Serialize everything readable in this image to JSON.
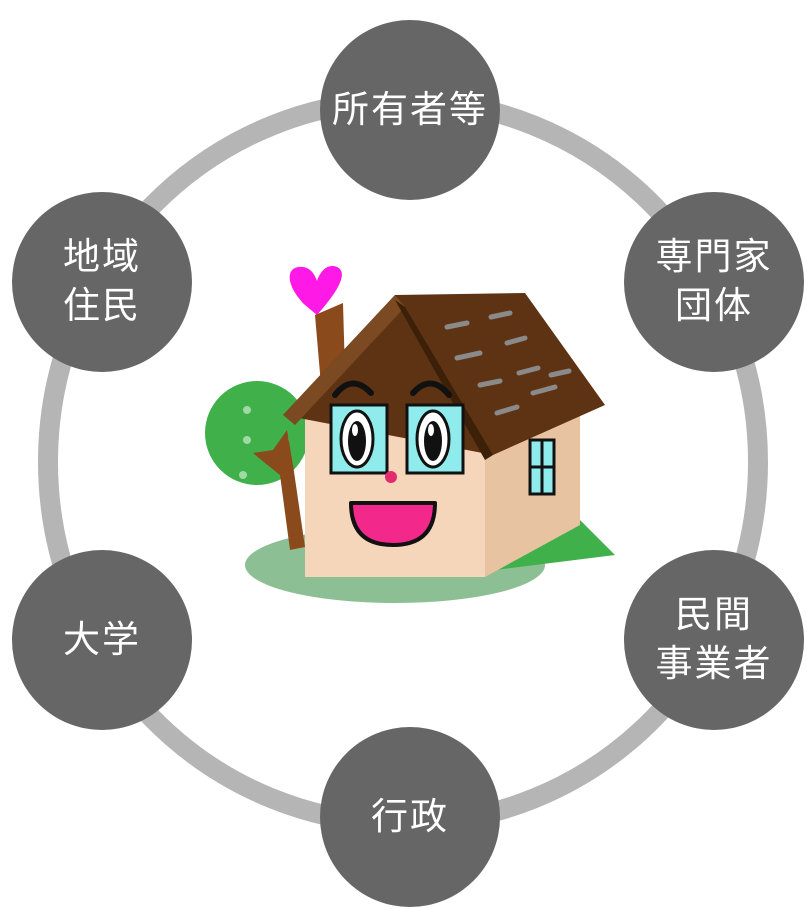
{
  "diagram": {
    "center": {
      "icon": "smiling-house-icon",
      "heart_icon": "heart-icon",
      "tree_icon": "tree-icon"
    },
    "ring_color": "#b5b5b5",
    "node_color": "#666666",
    "node_text_color": "#ffffff",
    "nodes": [
      {
        "id": "owners",
        "label": "所有者等"
      },
      {
        "id": "experts",
        "label": "専門家\n団体"
      },
      {
        "id": "private-business",
        "label": "民間\n事業者"
      },
      {
        "id": "government",
        "label": "行政"
      },
      {
        "id": "university",
        "label": "大学"
      },
      {
        "id": "residents",
        "label": "地域\n住民"
      }
    ]
  }
}
